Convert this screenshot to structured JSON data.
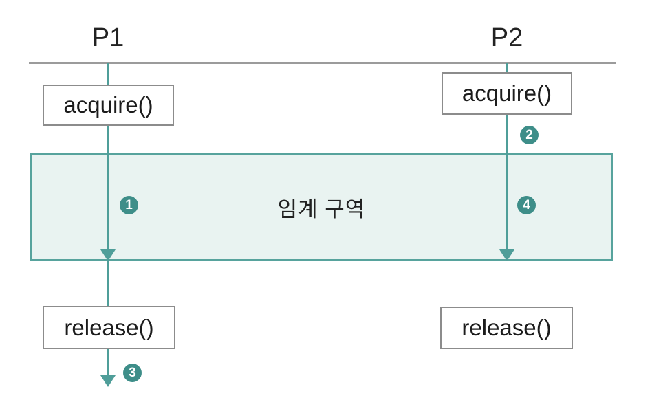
{
  "colors": {
    "accent": "#4f9e99",
    "marker": "#3e8e89",
    "critical_fill": "#e9f3f1",
    "critical_border": "#57a39d",
    "box_border": "#8c8c8c",
    "baseline_gray": "#9b9b9b",
    "text": "#222222"
  },
  "processes": [
    {
      "name": "P1",
      "acquire_label": "acquire()",
      "release_label": "release()"
    },
    {
      "name": "P2",
      "acquire_label": "acquire()",
      "release_label": "release()"
    }
  ],
  "critical_section_label": "임계 구역",
  "step_markers": [
    "1",
    "2",
    "3",
    "4"
  ]
}
